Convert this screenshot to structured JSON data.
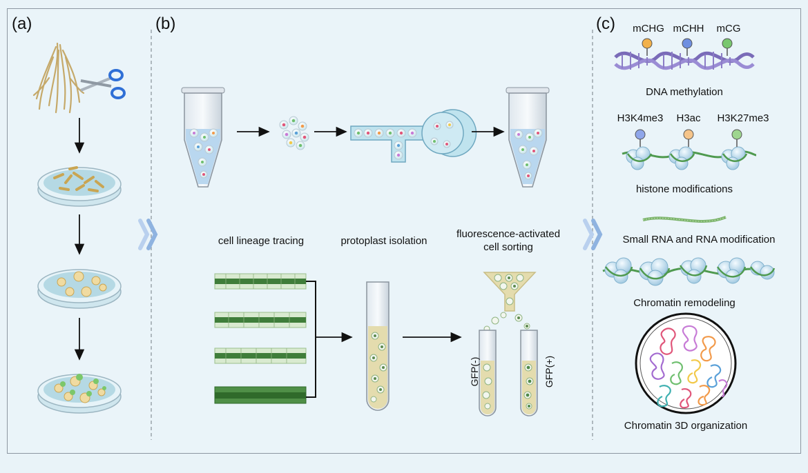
{
  "panels": {
    "a": "(a)",
    "b": "(b)",
    "c": "(c)"
  },
  "b_panel": {
    "lineage": "cell lineage tracing",
    "protoplast": "protoplast isolation",
    "facs_line1": "fluorescence-activated",
    "facs_line2": "cell sorting",
    "gfp_neg": "GFP(-)",
    "gfp_pos": "GFP(+)"
  },
  "c_panel": {
    "dna_marks": [
      "mCHG",
      "mCHH",
      "mCG"
    ],
    "dna_title": "DNA methylation",
    "histone_marks": [
      "H3K4me3",
      "H3ac",
      "H3K27me3"
    ],
    "histone_title": "histone modifications",
    "small_rna": "Small RNA and RNA modification",
    "remodeling": "Chromatin remodeling",
    "organization": "Chromatin 3D organization"
  },
  "colors": {
    "background": "#eaf4f9",
    "dna": "#7a6bb8",
    "chromatin_green": "#4f9a4f",
    "mark_orange": "#f2b14a",
    "mark_blue": "#6f8fe0",
    "mark_green": "#79c76f",
    "arrow_blue": "#8fb3e0"
  }
}
